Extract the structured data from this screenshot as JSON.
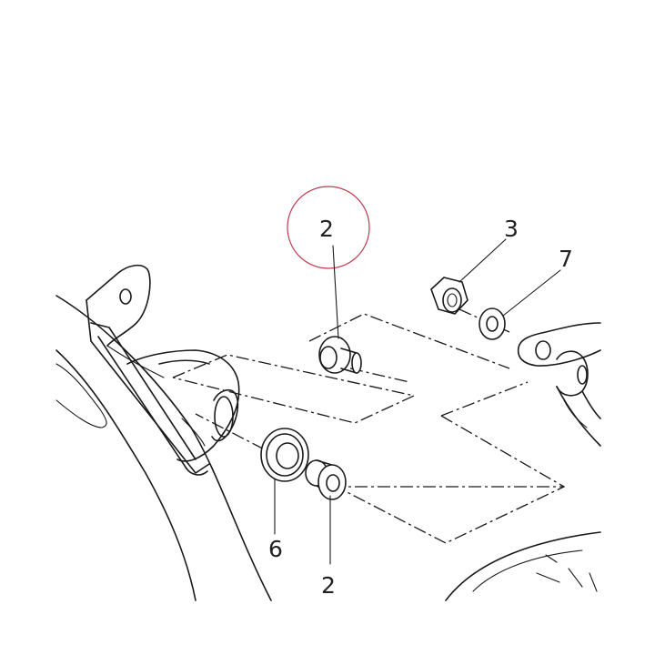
{
  "diagram": {
    "highlight_color": "#c0394b",
    "callouts": [
      {
        "id": "callout-2-top",
        "label": "2"
      },
      {
        "id": "callout-3",
        "label": "3"
      },
      {
        "id": "callout-7",
        "label": "7"
      },
      {
        "id": "callout-6",
        "label": "6"
      },
      {
        "id": "callout-2-bottom",
        "label": "2"
      }
    ],
    "parts": {
      "bushing": "bushing-icon",
      "nut": "nut-icon",
      "washer": "washer-icon",
      "seal_ring": "seal-ring-icon"
    }
  }
}
